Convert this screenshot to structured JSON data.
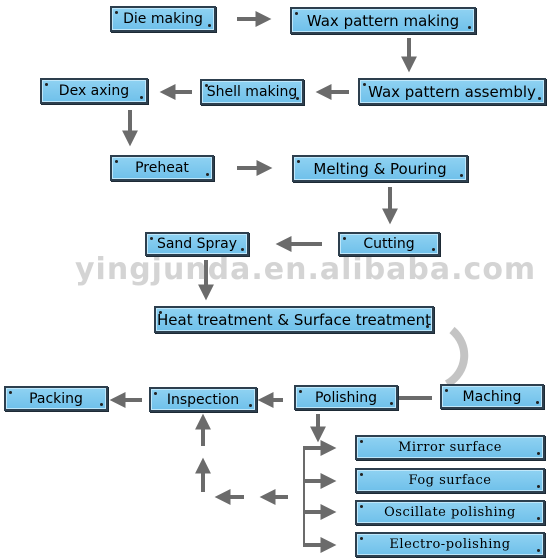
{
  "steps": {
    "die_making": "Die making",
    "wax_pattern_making": "Wax pattern making",
    "wax_pattern_assembly": "Wax pattern assembly",
    "shell_making": "Shell making",
    "dex_axing": "Dex axing",
    "preheat": "Preheat",
    "melting_pouring": "Melting & Pouring",
    "cutting": "Cutting",
    "sand_spray": "Sand Spray",
    "heat_treatment": "Heat treatment & Surface treatment",
    "maching": "Maching",
    "polishing": "Polishing",
    "inspection": "Inspection",
    "packing": "Packing"
  },
  "finishes": {
    "mirror": "Mirror surface",
    "fog": "Fog surface",
    "oscillate": "Oscillate polishing",
    "electro": "Electro-polishing"
  },
  "watermark": "yingjunda.en.alibaba.com",
  "colors": {
    "box_fill": "#7cc8ee",
    "box_border": "#2d3f4e",
    "arrow": "#6b6b6b"
  }
}
